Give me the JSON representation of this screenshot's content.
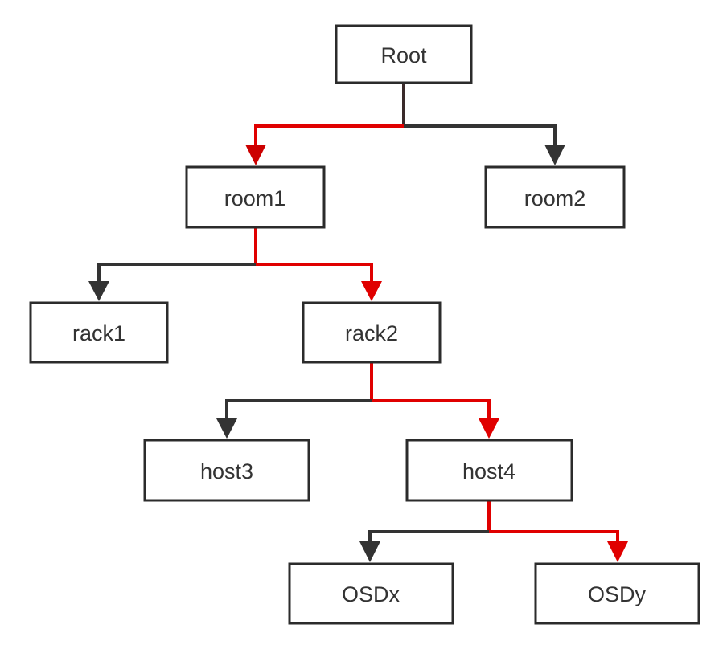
{
  "nodes": {
    "root": "Root",
    "room1": "room1",
    "room2": "room2",
    "rack1": "rack1",
    "rack2": "rack2",
    "host3": "host3",
    "host4": "host4",
    "osdx": "OSDx",
    "osdy": "OSDy"
  },
  "colors": {
    "highlight_path": "#e00000",
    "default_edge": "#333333",
    "node_border": "#2b2b2b",
    "node_text": "#333333",
    "background": "#ffffff"
  },
  "highlighted_path": [
    "Root",
    "room1",
    "rack2",
    "host4",
    "OSDy"
  ]
}
